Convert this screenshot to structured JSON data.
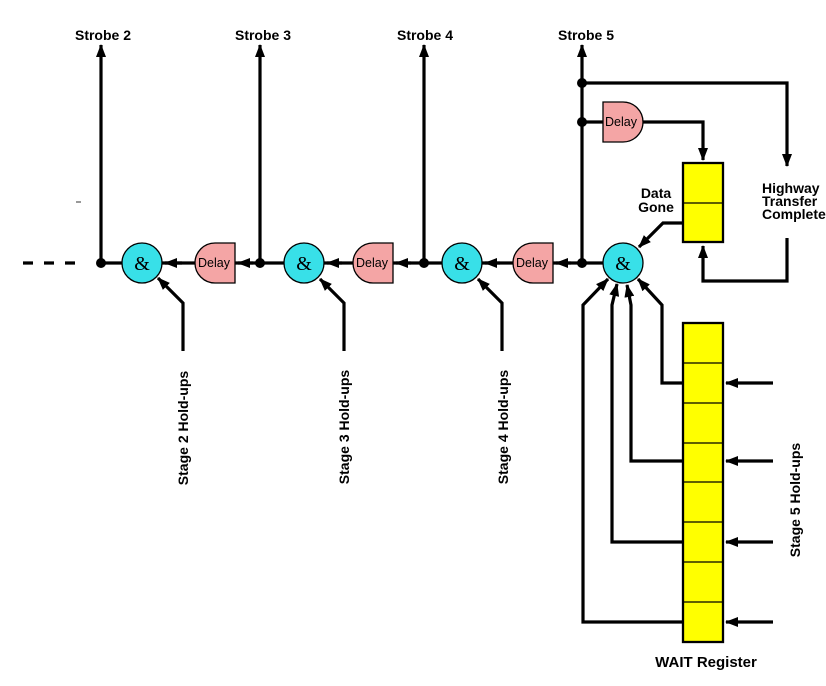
{
  "colors": {
    "and_gate": "#38E0E8",
    "delay_gate": "#F4A5A5",
    "register": "#FFFF00",
    "wire": "#000000",
    "background": "#FFFFFF"
  },
  "strobes": [
    {
      "label": "Strobe 2"
    },
    {
      "label": "Strobe 3"
    },
    {
      "label": "Strobe 4"
    },
    {
      "label": "Strobe 5"
    }
  ],
  "gates": {
    "and_symbol": "&",
    "delay_label": "Delay"
  },
  "annotations": {
    "data_gone": {
      "line1": "Data",
      "line2": "Gone"
    },
    "highway_transfer": {
      "line1": "Highway",
      "line2": "Transfer",
      "line3": "Complete"
    },
    "stage_holdups": [
      {
        "label": "Stage 2 Hold-ups"
      },
      {
        "label": "Stage 3 Hold-ups"
      },
      {
        "label": "Stage 4 Hold-ups"
      },
      {
        "label": "Stage 5 Hold-ups"
      }
    ],
    "wait_register": {
      "label": "WAIT Register",
      "cells": 8
    },
    "data_gone_register_cells": 2
  }
}
